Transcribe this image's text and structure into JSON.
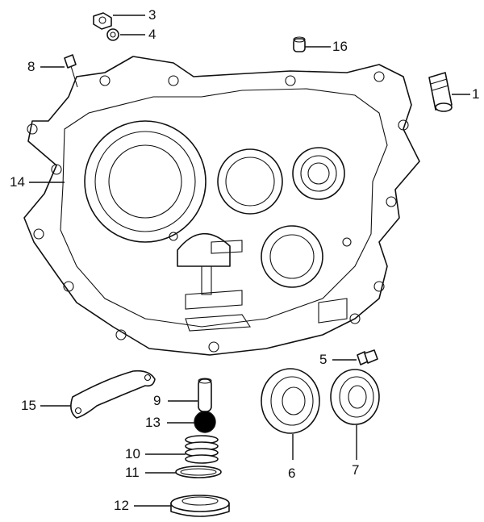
{
  "diagram": {
    "colors": {
      "ink": "#111111",
      "paper": "#ffffff",
      "ball": "#000000"
    },
    "callouts": [
      "1",
      "3",
      "4",
      "5",
      "6",
      "7",
      "8",
      "9",
      "10",
      "11",
      "12",
      "13",
      "14",
      "15",
      "16"
    ]
  }
}
